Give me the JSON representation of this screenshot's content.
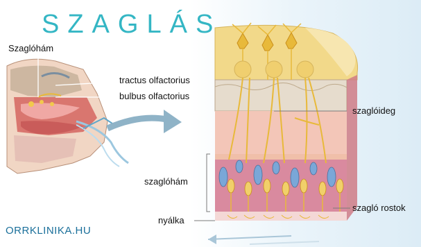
{
  "title": "SZAGLÁS",
  "brand": "ORRKLINIKA.HU",
  "labels": {
    "epithelium_top": "Szaglóhám",
    "tract": "tractus olfactorius",
    "bulb": "bulbus olfactorius",
    "nerve": "szaglóideg",
    "epithelium": "szaglóhám",
    "fibers": "szagló rostok",
    "mucus": "nyálka"
  },
  "colors": {
    "title": "#34b6c4",
    "nerve_yellow": "#e8b93a",
    "tissue_pink": "#e9a9ad",
    "bone": "#d9cdbb",
    "arrow": "#8fb3c7"
  }
}
